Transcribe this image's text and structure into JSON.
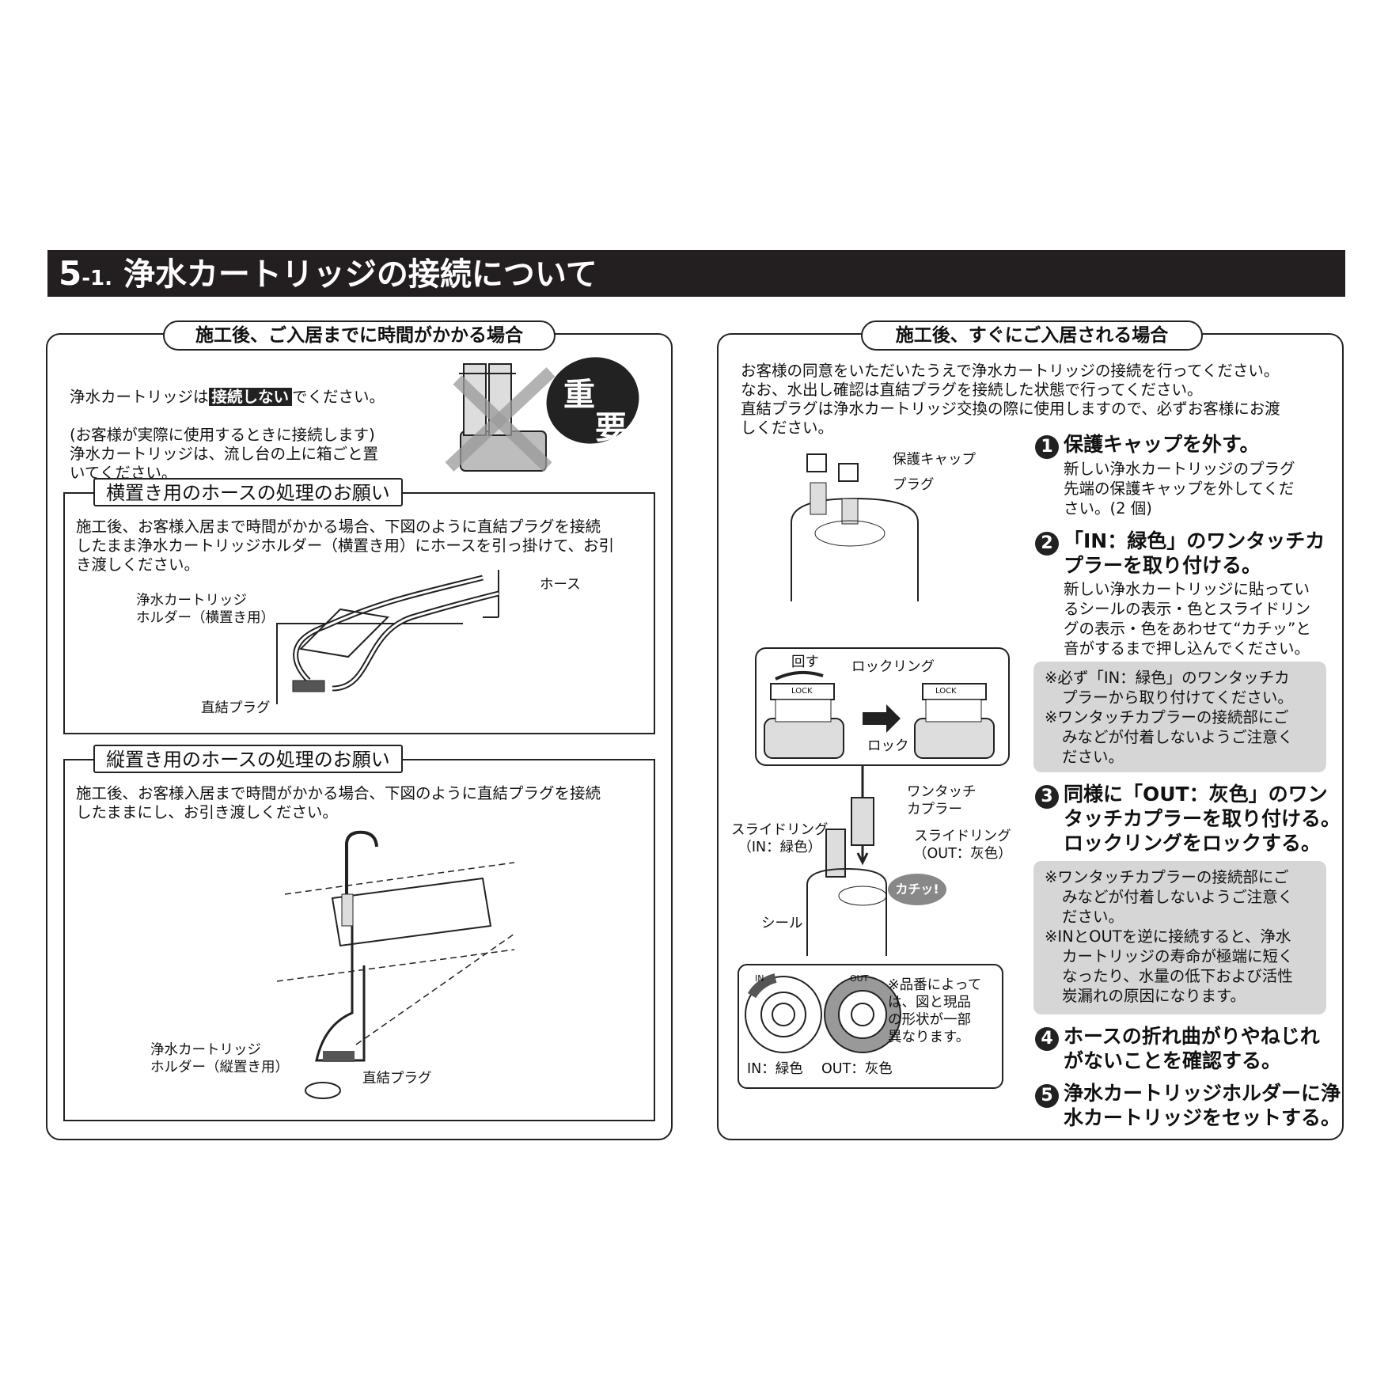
{
  "header": {
    "num": "5",
    "sub": "-1.",
    "title": "浄水カートリッジの接続について"
  },
  "left": {
    "pill": "施工後、ご入居までに時間がかかる場合",
    "intro_a": "浄水カートリッジは",
    "intro_tag": "接続しない",
    "intro_b": "でください。",
    "intro_rest": "(お客様が実際に使用するときに接続します)\n浄水カートリッジは、流し台の上に箱ごと置\nいてください。",
    "important": [
      "重",
      "要"
    ],
    "box1": {
      "tab": "横置き用のホースの処理のお願い",
      "text": "施工後、お客様入居まで時間がかかる場合、下図のように直結プラグを接続\nしたまま浄水カートリッジホルダー（横置き用）にホースを引っ掛けて、お引\nき渡しください。",
      "label_holder": "浄水カートリッジ\nホルダー（横置き用）",
      "label_hose": "ホース",
      "label_plug": "直結プラグ"
    },
    "box2": {
      "tab": "縦置き用のホースの処理のお願い",
      "text": "施工後、お客様入居まで時間がかかる場合、下図のように直結プラグを接続\nしたままにし、お引き渡しください。",
      "label_holder": "浄水カートリッジ\nホルダー（縦置き用）",
      "label_plug": "直結プラグ"
    }
  },
  "right": {
    "pill": "施工後、すぐにご入居される場合",
    "intro": "お客様の同意をいただいたうえで浄水カートリッジの接続を行ってください。\nなお、水出し確認は直結プラグを接続した状態で行ってください。\n直結プラグは浄水カートリッジ交換の際に使用しますので、必ずお客様にお渡\nしください。",
    "labels": {
      "cap": "保護キャップ",
      "plug": "プラグ",
      "turn": "回す",
      "lockring": "ロックリング",
      "lock": "ロック",
      "lock_text": "LOCK",
      "coupler": "ワンタッチ\nカプラー",
      "slide_in": "スライドリング\n（IN：緑色）",
      "slide_out": "スライドリング\n（OUT：灰色）",
      "click": "カチッ!",
      "seal": "シール",
      "in_label": "IN：緑色",
      "out_label": "OUT：灰色",
      "in_mark": "IN",
      "out_mark": "OUT",
      "note": "※品番によって\nは、図と現品\nの形状が一部\n異なります。"
    },
    "steps": [
      {
        "num": "1",
        "title": "保護キャップを外す。",
        "desc": "新しい浄水カートリッジのプラグ\n先端の保護キャップを外してくだ\nさい。(2 個)"
      },
      {
        "num": "2",
        "title": "「IN：緑色」のワンタッチカ\nプラーを取り付ける。",
        "desc": "新しい浄水カートリッジに貼ってい\nるシールの表示・色とスライドリン\nグの表示・色をあわせて“カチッ”と\n音がするまで押し込んでください。"
      },
      {
        "num": "3",
        "title": "同様に「OUT：灰色」のワン\nタッチカプラーを取り付ける。\nロックリングをロックする。",
        "desc": ""
      },
      {
        "num": "4",
        "title": "ホースの折れ曲がりやねじれ\nがないことを確認する。",
        "desc": ""
      },
      {
        "num": "5",
        "title": "浄水カートリッジホルダーに浄\n水カートリッジをセットする。",
        "desc": ""
      }
    ],
    "note1": [
      "※必ず「IN：緑色」のワンタッチカ\nプラーから取り付けてください。",
      "※ワンタッチカプラーの接続部にご\nみなどが付着しないようご注意く\nださい。"
    ],
    "note2": [
      "※ワンタッチカプラーの接続部にご\nみなどが付着しないようご注意く\nださい。",
      "※INとOUTを逆に接続すると、浄水\nカートリッジの寿命が極端に短く\nなったり、水量の低下および活性\n炭漏れの原因になります。"
    ]
  }
}
